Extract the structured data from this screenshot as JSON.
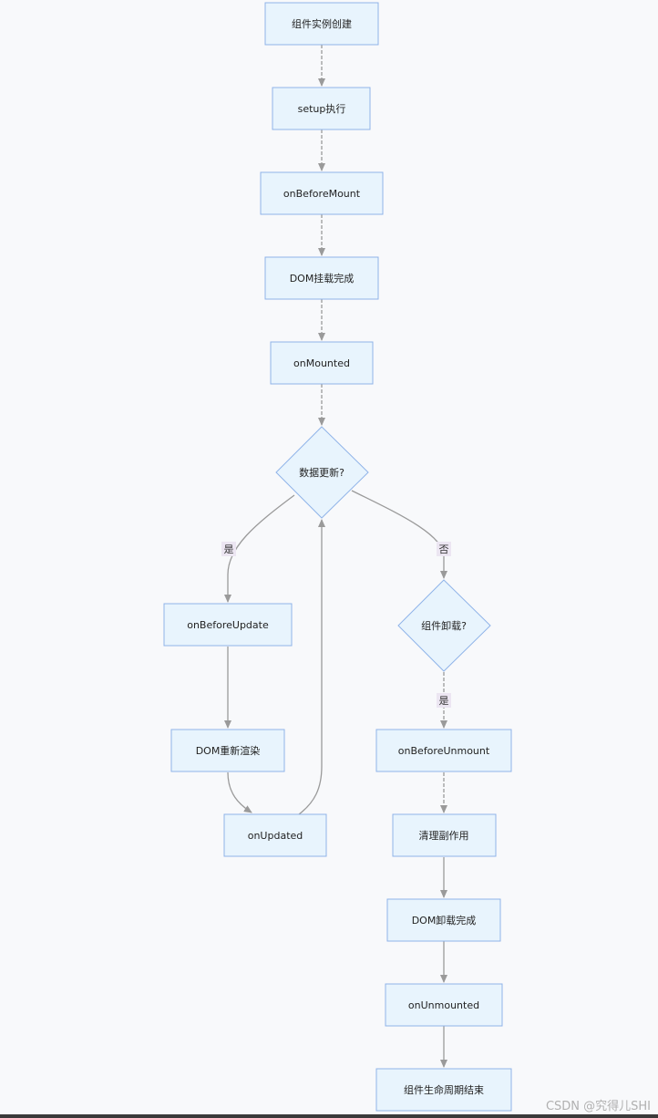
{
  "diagram": {
    "nodes": {
      "create": "组件实例创建",
      "setup": "setup执行",
      "before_mount": "onBeforeMount",
      "dom_mount": "DOM挂载完成",
      "mounted": "onMounted",
      "data_update": "数据更新?",
      "before_update": "onBeforeUpdate",
      "dom_rerender": "DOM重新渲染",
      "updated": "onUpdated",
      "unmount_check": "组件卸载?",
      "before_unmount": "onBeforeUnmount",
      "cleanup": "清理副作用",
      "dom_unmount": "DOM卸载完成",
      "unmounted": "onUnmounted",
      "end": "组件生命周期结束"
    },
    "edge_labels": {
      "yes_update": "是",
      "no_update": "否",
      "yes_unmount": "是"
    }
  },
  "watermark": "CSDN @究得儿SHI",
  "colors": {
    "node_fill": "#e8f4fd",
    "node_stroke": "#8fb3e8",
    "edge": "#9a9a9a",
    "label_fill": "#ece6f2"
  }
}
